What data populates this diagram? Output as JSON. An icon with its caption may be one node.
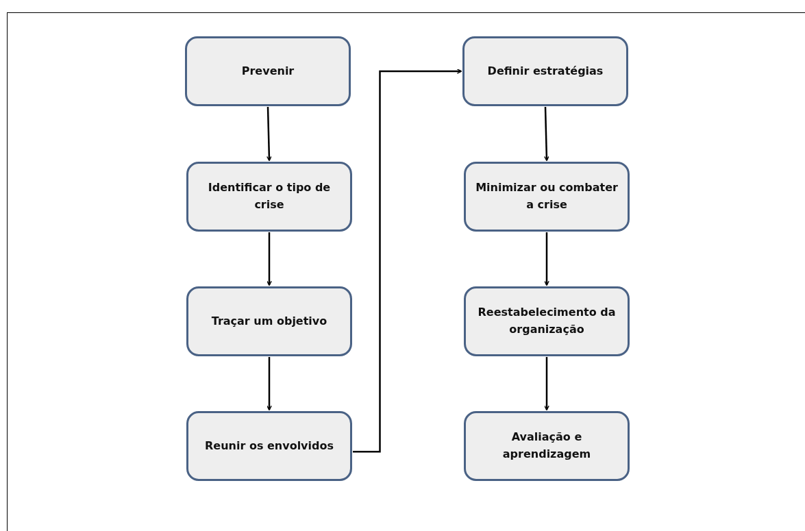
{
  "diagram": {
    "nodes": [
      {
        "text": [
          "Prevenir"
        ]
      },
      {
        "text": [
          "Identificar o tipo de crise"
        ]
      },
      {
        "text": [
          "Traçar um objetivo"
        ]
      },
      {
        "text": [
          "Reunir os envolvidos"
        ]
      },
      {
        "text": [
          "Definir estratégias"
        ]
      },
      {
        "text": [
          "Minimizar ou combater a crise"
        ]
      },
      {
        "text": [
          "Reestabelecimento da organização"
        ]
      },
      {
        "text": [
          "Avaliação e aprendizagem"
        ]
      }
    ],
    "edges": [
      {
        "from": 0,
        "to": 1,
        "arrow": "to"
      },
      {
        "from": 1,
        "to": 2,
        "arrow": "to"
      },
      {
        "from": 2,
        "to": 3,
        "arrow": "to"
      },
      {
        "from": 3,
        "to": 4,
        "arrow": "to"
      },
      {
        "from": 4,
        "to": 5,
        "arrow": "to"
      },
      {
        "from": 5,
        "to": 6,
        "arrow": "to"
      },
      {
        "from": 6,
        "to": 7,
        "arrow": "to"
      }
    ]
  }
}
